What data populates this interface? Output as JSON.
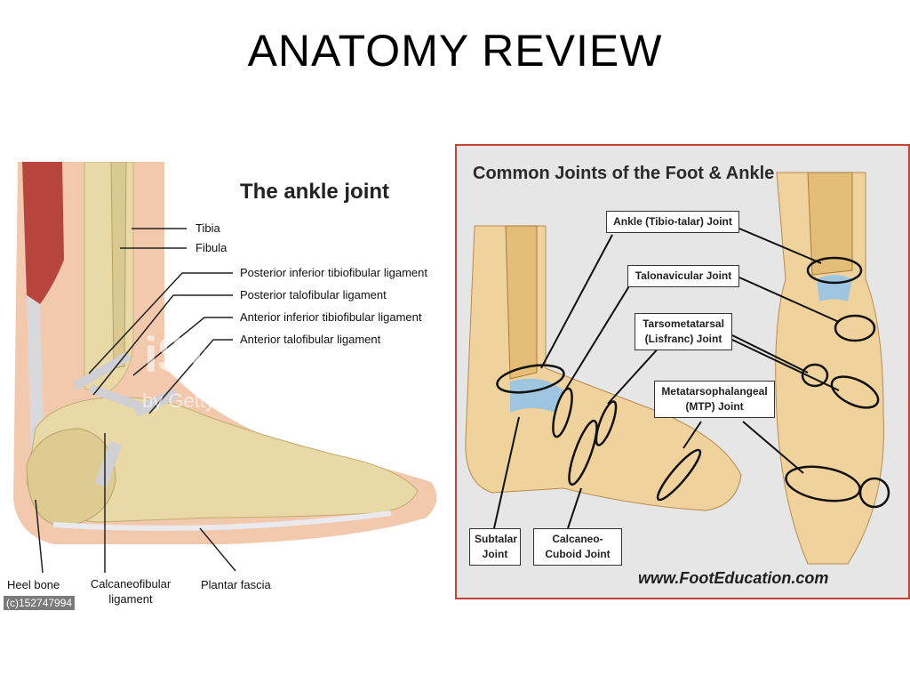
{
  "slide": {
    "title": "ANATOMY REVIEW"
  },
  "left_figure": {
    "title": "The ankle joint",
    "labels": {
      "tibia": "Tibia",
      "fibula": "Fibula",
      "post_inf_tibiofibular": "Posterior inferior tibiofibular ligament",
      "post_talofibular": "Posterior talofibular ligament",
      "ant_inf_tibiofibular": "Anterior inferior tibiofibular ligament",
      "ant_talofibular": "Anterior talofibular ligament",
      "heel_bone": "Heel bone",
      "calcaneofibular": "Calcaneofibular ligament",
      "plantar_fascia": "Plantar fascia"
    },
    "watermark": "iStock",
    "watermark_sub": "by Getty Images",
    "stock_id": "(c)152747994"
  },
  "right_figure": {
    "title": "Common Joints of the Foot & Ankle",
    "boxes": {
      "ankle": "Ankle (Tibio-talar) Joint",
      "talonavicular": "Talonavicular Joint",
      "tarsometatarsal": "Tarsometatarsal (Lisfranc) Joint",
      "mtp": "Metatarsophalangeal (MTP) Joint",
      "subtalar": "Subtalar Joint",
      "calcaneo_cuboid": "Calcaneo-Cuboid Joint"
    },
    "website": "www.FootEducation.com"
  },
  "colors": {
    "panel_border": "#c9423a",
    "bone": "#e8d9a6",
    "skin": "#f3c9ad",
    "cartilage": "#a9cde6"
  }
}
